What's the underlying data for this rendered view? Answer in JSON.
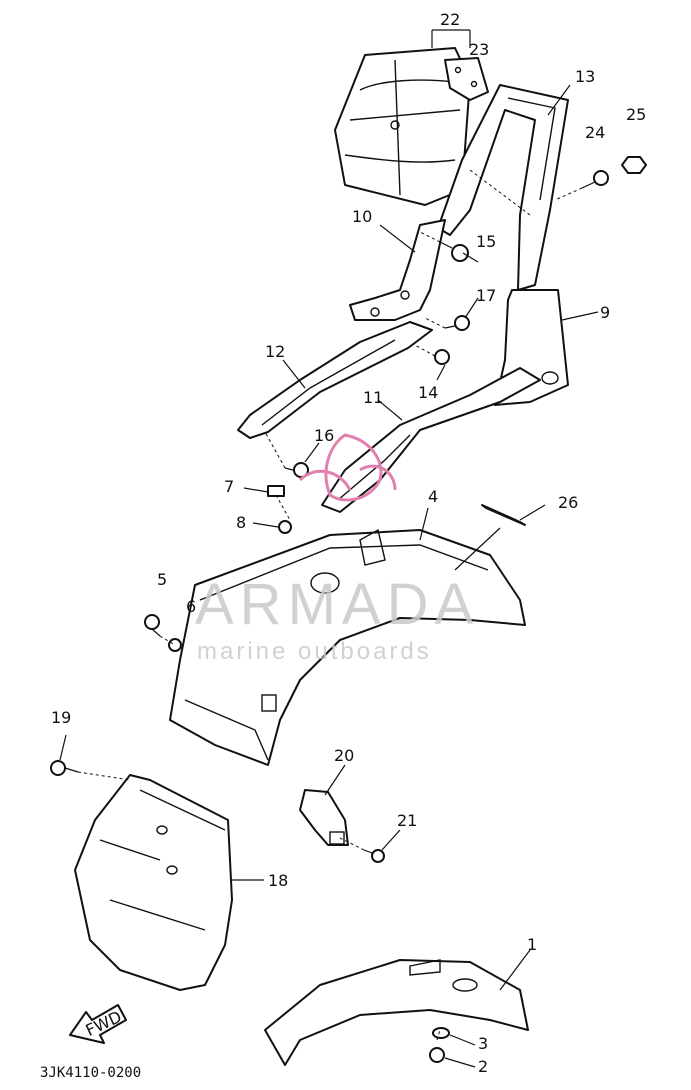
{
  "diagram": {
    "code": "3JK4110-0200",
    "fwd_label": "FWD",
    "watermark": {
      "title": "ARMADA",
      "subtitle": "marine outboards"
    },
    "callouts": [
      "1",
      "2",
      "3",
      "4",
      "5",
      "6",
      "7",
      "8",
      "9",
      "10",
      "11",
      "12",
      "13",
      "14",
      "15",
      "16",
      "17",
      "18",
      "19",
      "20",
      "21",
      "22",
      "23",
      "24",
      "25",
      "26"
    ],
    "accent_colors": {
      "ink": "#111111",
      "watermark": "#c9c9c9",
      "logo": "#e07fb0"
    }
  }
}
